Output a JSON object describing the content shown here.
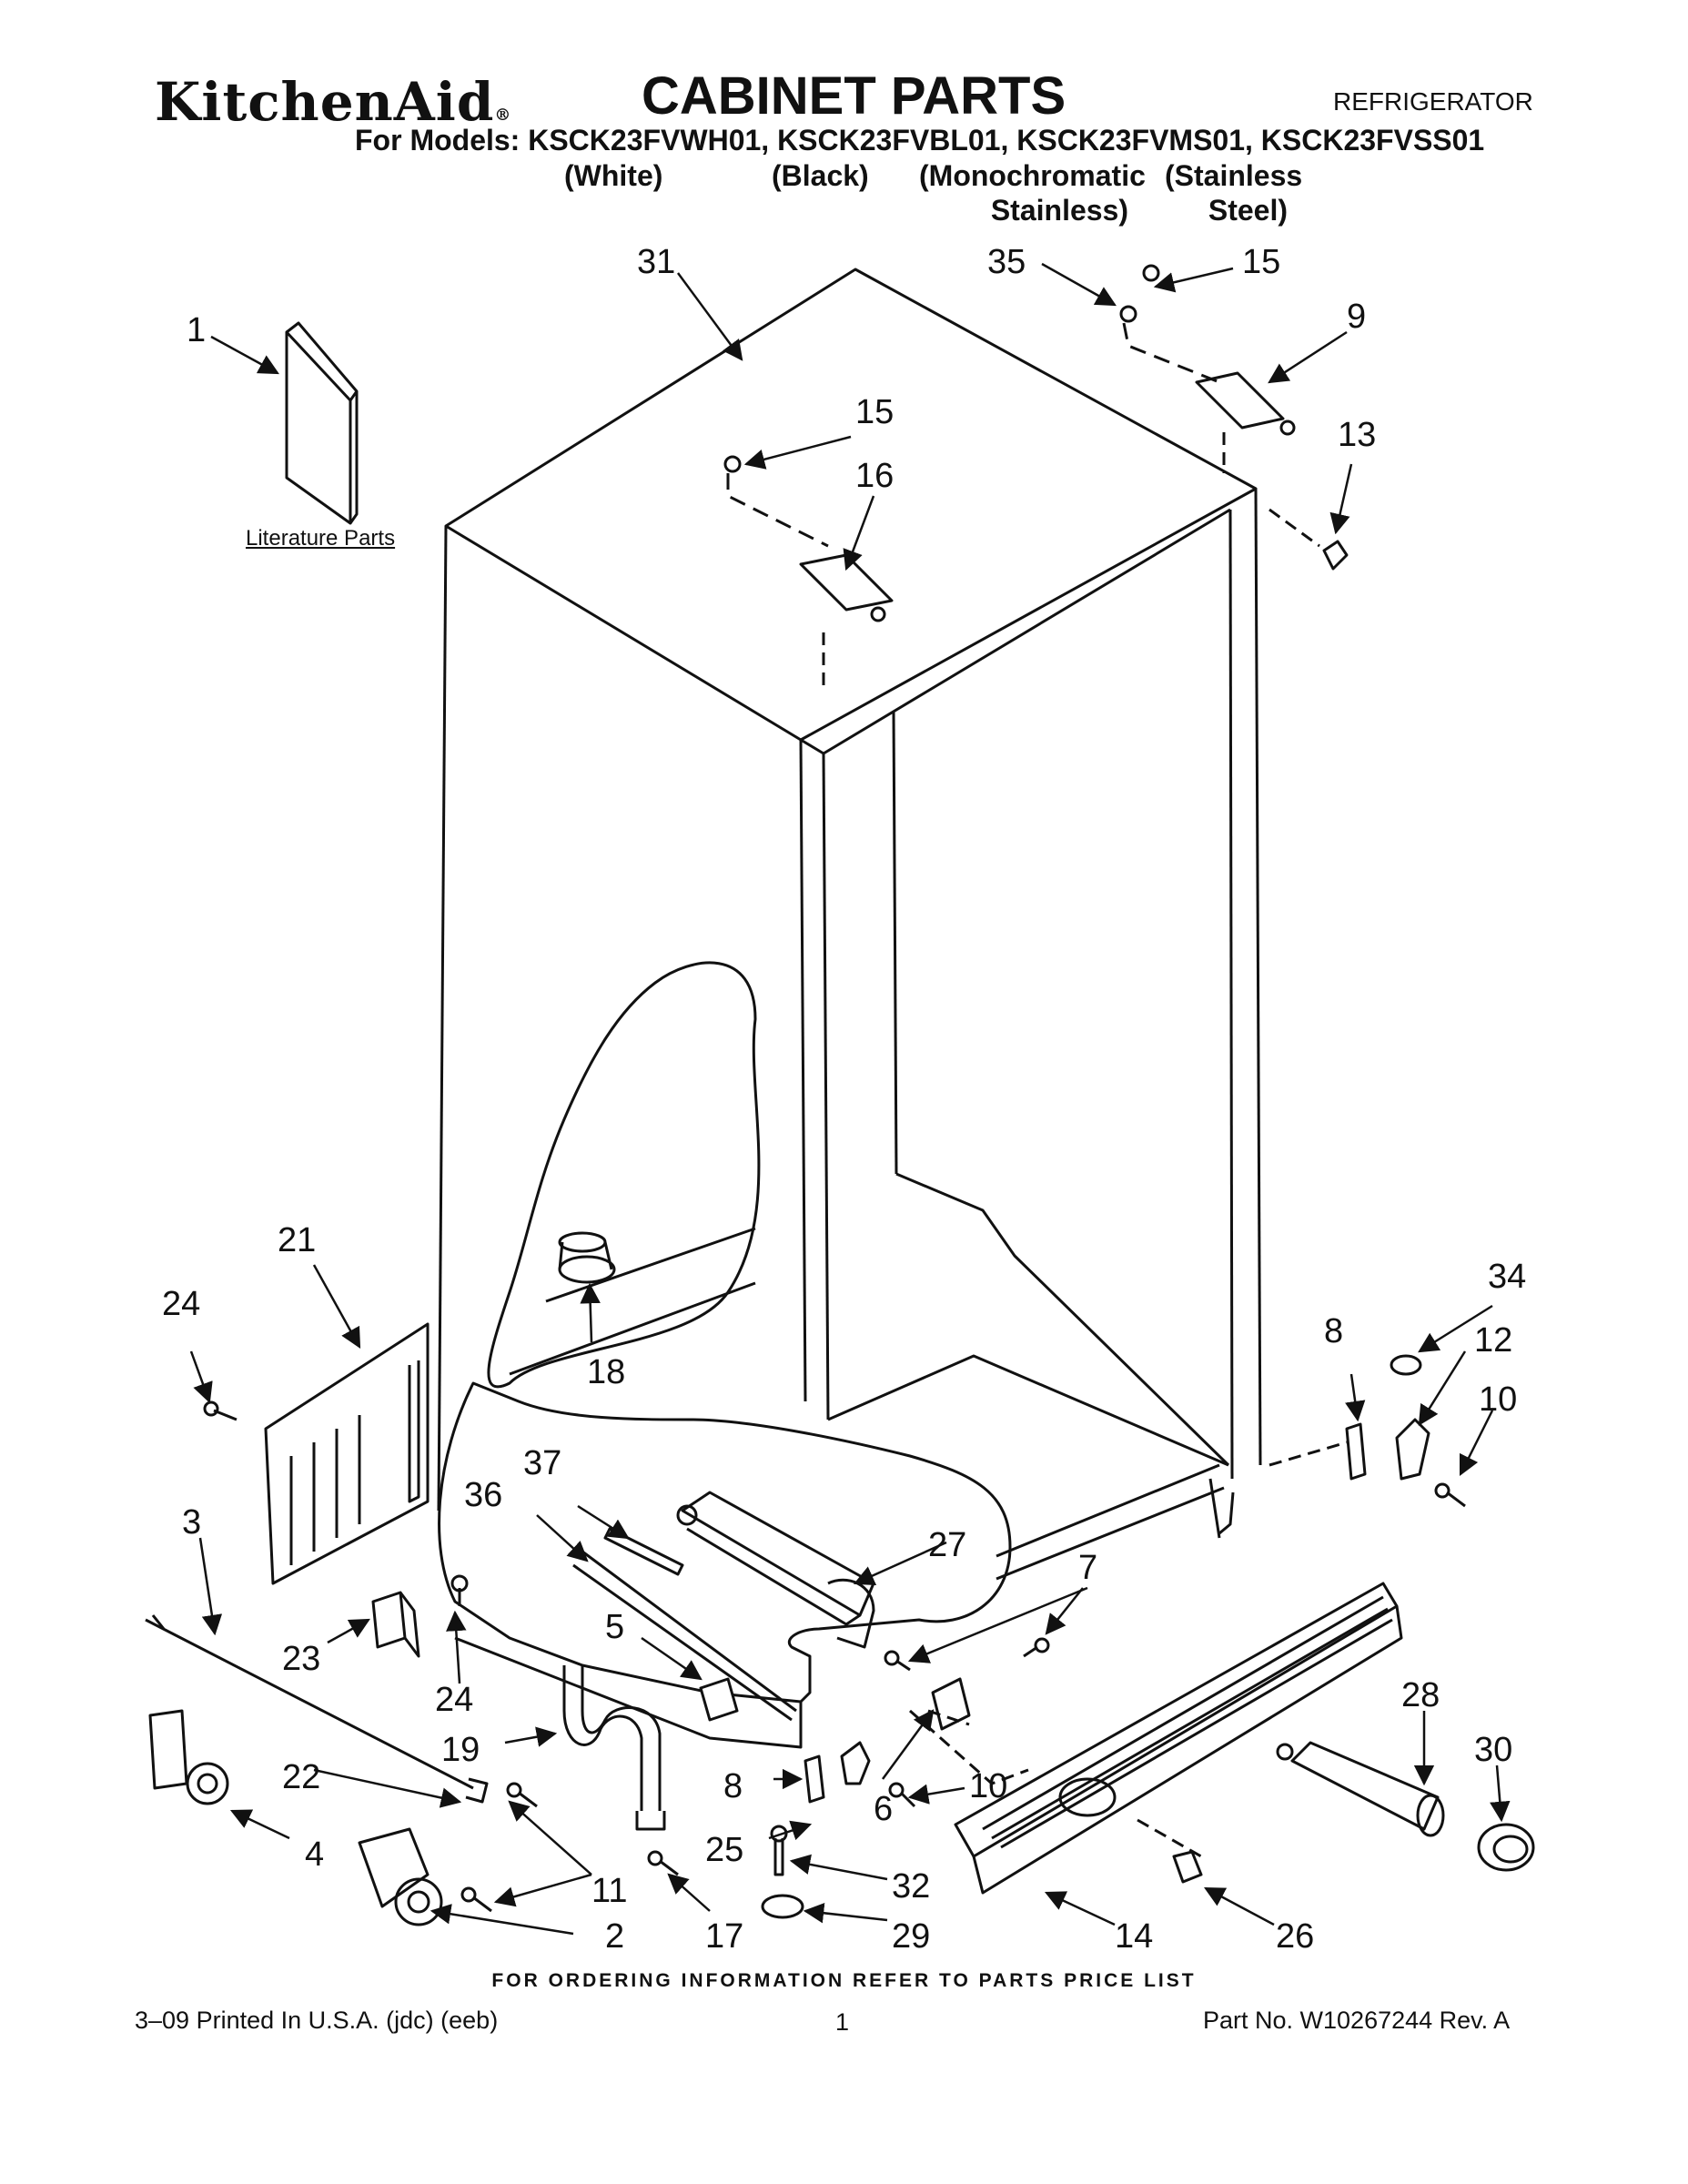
{
  "header": {
    "brand": "KitchenAid",
    "brand_mark": "®",
    "title": "CABINET PARTS",
    "category": "REFRIGERATOR",
    "models_line": "For Models: KSCK23FVWH01, KSCK23FVBL01, KSCK23FVMS01, KSCK23FVSS01",
    "variants": [
      {
        "line1": "(White)",
        "line2": ""
      },
      {
        "line1": "(Black)",
        "line2": ""
      },
      {
        "line1": "(Monochromatic",
        "line2": "Stainless)"
      },
      {
        "line1": "(Stainless",
        "line2": "Steel)"
      }
    ]
  },
  "diagram": {
    "literature_label": "Literature Parts",
    "callouts": [
      "1",
      "31",
      "35",
      "15",
      "9",
      "15",
      "16",
      "13",
      "21",
      "24",
      "18",
      "37",
      "36",
      "27",
      "8",
      "34",
      "12",
      "10",
      "3",
      "23",
      "24",
      "5",
      "7",
      "19",
      "22",
      "4",
      "11",
      "2",
      "17",
      "8",
      "25",
      "6",
      "10",
      "32",
      "29",
      "14",
      "26",
      "28",
      "30"
    ]
  },
  "footer": {
    "ordering_note": "FOR ORDERING INFORMATION REFER TO PARTS PRICE LIST",
    "printed": "3–09 Printed In U.S.A. (jdc) (eeb)",
    "page": "1",
    "part_no": "Part No. W10267244 Rev. A"
  }
}
